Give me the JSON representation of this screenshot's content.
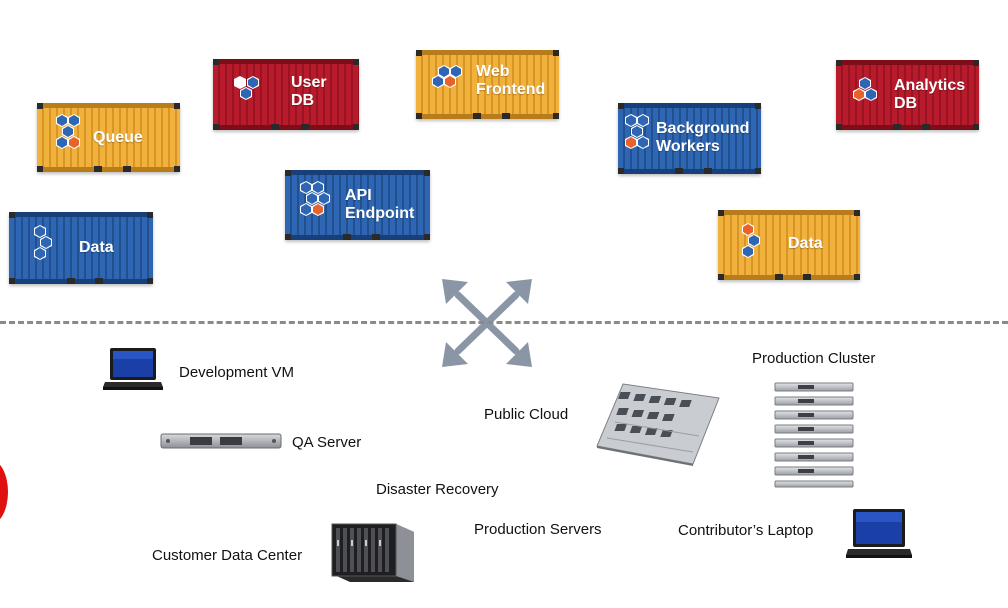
{
  "containers": {
    "user_db": {
      "label": "User\nDB",
      "color": "red"
    },
    "web_frontend": {
      "label": "Web\nFrontend",
      "color": "yellow"
    },
    "queue": {
      "label": "Queue",
      "color": "yellow"
    },
    "background_workers": {
      "label": "Background\nWorkers",
      "color": "blue"
    },
    "analytics_db": {
      "label": "Analytics\nDB",
      "color": "red"
    },
    "api_endpoint": {
      "label": "API\nEndpoint",
      "color": "blue"
    },
    "data_left": {
      "label": "Data",
      "color": "blue"
    },
    "data_right": {
      "label": "Data",
      "color": "yellow"
    }
  },
  "environments": {
    "development_vm": "Development VM",
    "qa_server": "QA Server",
    "public_cloud": "Public Cloud",
    "production_cluster": "Production Cluster",
    "disaster_recovery": "Disaster Recovery",
    "production_servers": "Production Servers",
    "contributors_laptop": "Contributor’s Laptop",
    "customer_data_center": "Customer Data Center"
  },
  "colors": {
    "container_red": "#b81c2c",
    "container_yellow": "#f0b13d",
    "container_blue": "#2f66b3",
    "arrow": "#8a96a6",
    "divider": "#8a8a8a"
  },
  "icons": [
    "hexagon-cluster-icon",
    "cross-arrows-icon",
    "laptop-icon",
    "rack-server-icon",
    "server-board-icon",
    "server-stack-icon",
    "blade-chassis-icon"
  ]
}
